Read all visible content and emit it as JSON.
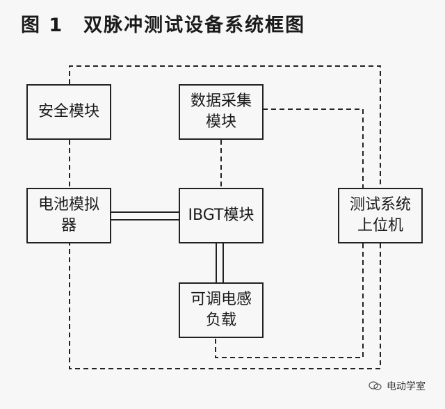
{
  "title": "图 1　双脉冲测试设备系统框图",
  "blocks": {
    "safety": "安全模块",
    "data_acq": "数据采集\n模块",
    "battery_sim": "电池模拟\n器",
    "igbt": "IBGT模块",
    "host": "测试系统\n上位机",
    "load": "可调电感\n负载"
  },
  "watermark": {
    "text": "电动学室",
    "icon": "wechat-icon"
  }
}
